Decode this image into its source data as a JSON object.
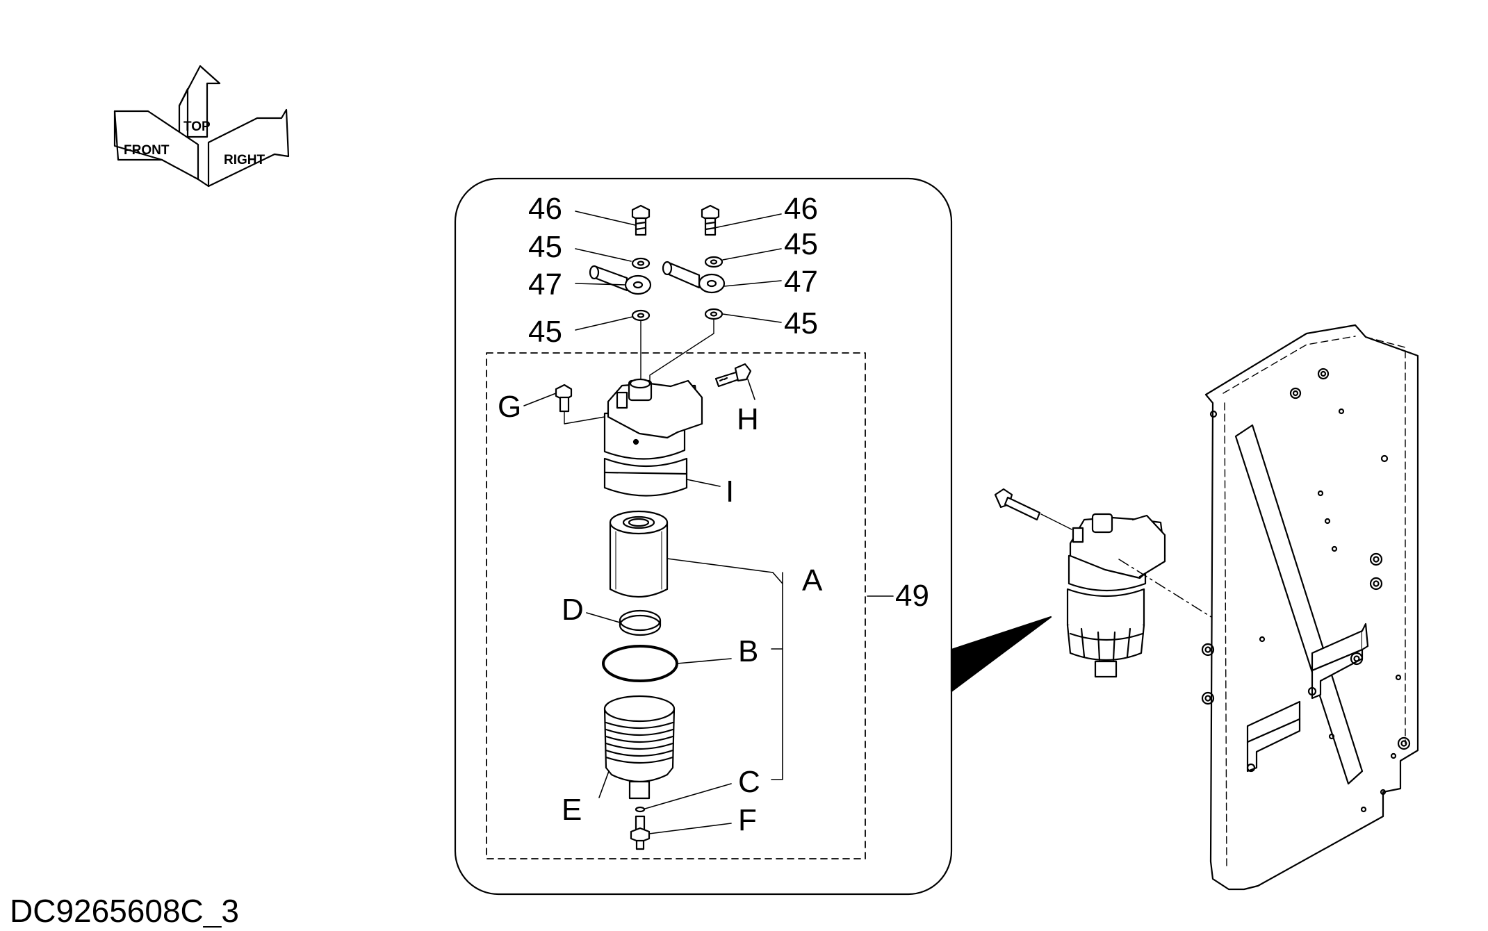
{
  "drawing_code": "DC9265608C_3",
  "orientation": {
    "front": "FRONT",
    "top": "TOP",
    "right": "RIGHT"
  },
  "callouts": {
    "c46_left": "46",
    "c46_right": "46",
    "c45_upper_left": "45",
    "c45_upper_right": "45",
    "c47_left": "47",
    "c47_right": "47",
    "c45_lower_left": "45",
    "c45_lower_right": "45",
    "G": "G",
    "H": "H",
    "I": "I",
    "A": "A",
    "c49": "49",
    "D": "D",
    "B": "B",
    "C": "C",
    "E": "E",
    "F": "F"
  },
  "icons": [
    "orientation-arrows-icon",
    "fuel-filter-assembly",
    "mounting-plate"
  ]
}
